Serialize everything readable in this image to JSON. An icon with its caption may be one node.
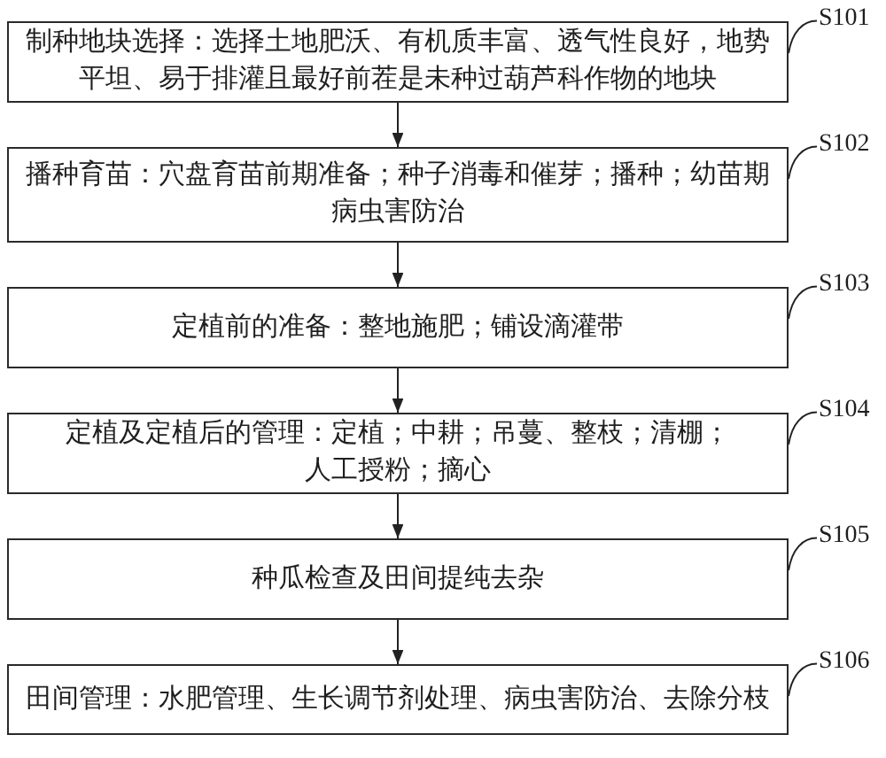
{
  "diagram": {
    "nodes": [
      {
        "text": [
          "制种地块选择：选择土地肥沃、有机质丰富、透气性良好，地势平坦、易于排灌且最好前茬是未种过葫芦科作物的地块"
        ]
      },
      {
        "text": [
          "S101"
        ]
      },
      {
        "text": [
          "播种育苗：穴盘育苗前期准备；种子消毒和催芽；播种；幼苗期病虫害防治"
        ]
      },
      {
        "text": [
          "S102"
        ]
      },
      {
        "text": [
          "定植前的准备：整地施肥；铺设滴灌带"
        ]
      },
      {
        "text": [
          "S103"
        ]
      },
      {
        "text": [
          "定植及定植后的管理：定植；中耕；吊蔓、整枝；清棚；人工授粉；摘心"
        ]
      },
      {
        "text": [
          "S104"
        ]
      },
      {
        "text": [
          "种瓜检查及田间提纯去杂"
        ]
      },
      {
        "text": [
          "S105"
        ]
      },
      {
        "text": [
          "田间管理：水肥管理、生长调节剂处理、病虫害防治、去除分枝"
        ]
      },
      {
        "text": [
          "S106"
        ]
      }
    ],
    "edges": [
      {
        "from": 0,
        "to": 2,
        "arrow": "to"
      },
      {
        "from": 2,
        "to": 4,
        "arrow": "to"
      },
      {
        "from": 4,
        "to": 6,
        "arrow": "to"
      },
      {
        "from": 6,
        "to": 8,
        "arrow": "to"
      },
      {
        "from": 8,
        "to": 10,
        "arrow": "to"
      },
      {
        "from": 1,
        "to": 0,
        "arrow": "none"
      },
      {
        "from": 3,
        "to": 2,
        "arrow": "none"
      },
      {
        "from": 5,
        "to": 4,
        "arrow": "none"
      },
      {
        "from": 7,
        "to": 6,
        "arrow": "none"
      },
      {
        "from": 9,
        "to": 8,
        "arrow": "none"
      },
      {
        "from": 11,
        "to": 10,
        "arrow": "none"
      }
    ]
  }
}
